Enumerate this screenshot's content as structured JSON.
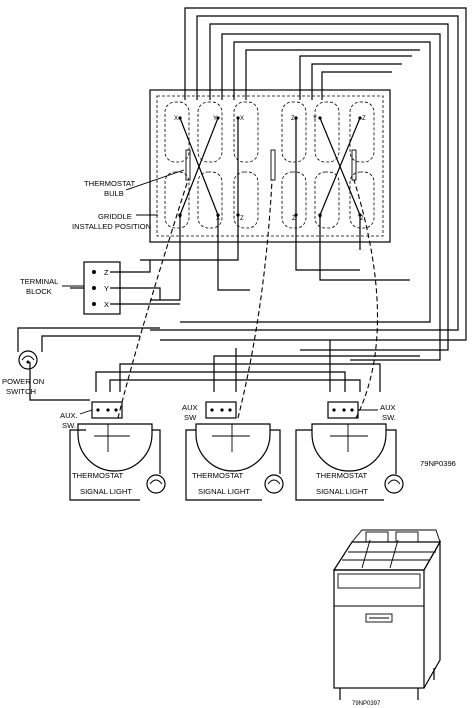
{
  "labels": {
    "thermostat_bulb_line1": "THERMOSTAT",
    "thermostat_bulb_line2": "BULB",
    "griddle_line1": "GRIDDLE",
    "griddle_line2": "INSTALLED POSITION",
    "terminal_block_line1": "TERMINAL",
    "terminal_block_line2": "BLOCK",
    "power_on_line1": "POWER ON",
    "power_on_line2": "SWITCH",
    "aux_sw_left_line1": "AUX.",
    "aux_sw_left_line2": "SW.",
    "aux_sw_mid_line1": "AUX",
    "aux_sw_mid_line2": "SW",
    "aux_sw_right_line1": "AUX",
    "aux_sw_right_line2": "SW.",
    "thermostat": "THERMOSTAT",
    "signal_light": "SIGNAL LIGHT",
    "figure_id_main": "79NP0396",
    "figure_id_small": "79NP0397"
  },
  "terminals": {
    "z": "Z",
    "y": "Y",
    "x": "X"
  }
}
